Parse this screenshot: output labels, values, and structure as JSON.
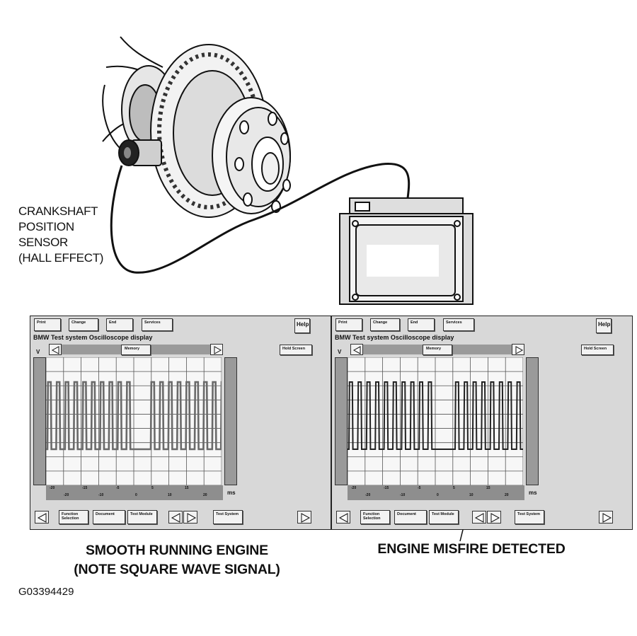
{
  "sensor_label": [
    "CRANKSHAFT",
    "POSITION",
    "SENSOR",
    "(HALL EFFECT)"
  ],
  "figure_id": "G03394429",
  "captions": {
    "smooth": [
      "SMOOTH RUNNING ENGINE",
      "(NOTE SQUARE WAVE SIGNAL)"
    ],
    "misfire": "ENGINE MISFIRE DETECTED"
  },
  "screen": {
    "top_buttons": [
      "Print",
      "Change",
      "End",
      "Services"
    ],
    "help": "Help",
    "title": "BMW  Test system  Oscilloscope display",
    "hold": "Hold Screen",
    "memory": "Memory",
    "unit_v": "V",
    "unit_ms": "ms",
    "ticks_upper": [
      "-20",
      "-15",
      "-5",
      "5",
      "15"
    ],
    "ticks_lower": [
      "-20",
      "-10",
      "0",
      "10",
      "20"
    ],
    "bottom_buttons": [
      "Function Selection",
      "Document",
      "Test Module",
      "Test System"
    ]
  },
  "colors": {
    "line": "#111111",
    "screen_bg": "#d8d8d8",
    "grid_bg": "#f7f7f7",
    "trace": "#555555"
  }
}
